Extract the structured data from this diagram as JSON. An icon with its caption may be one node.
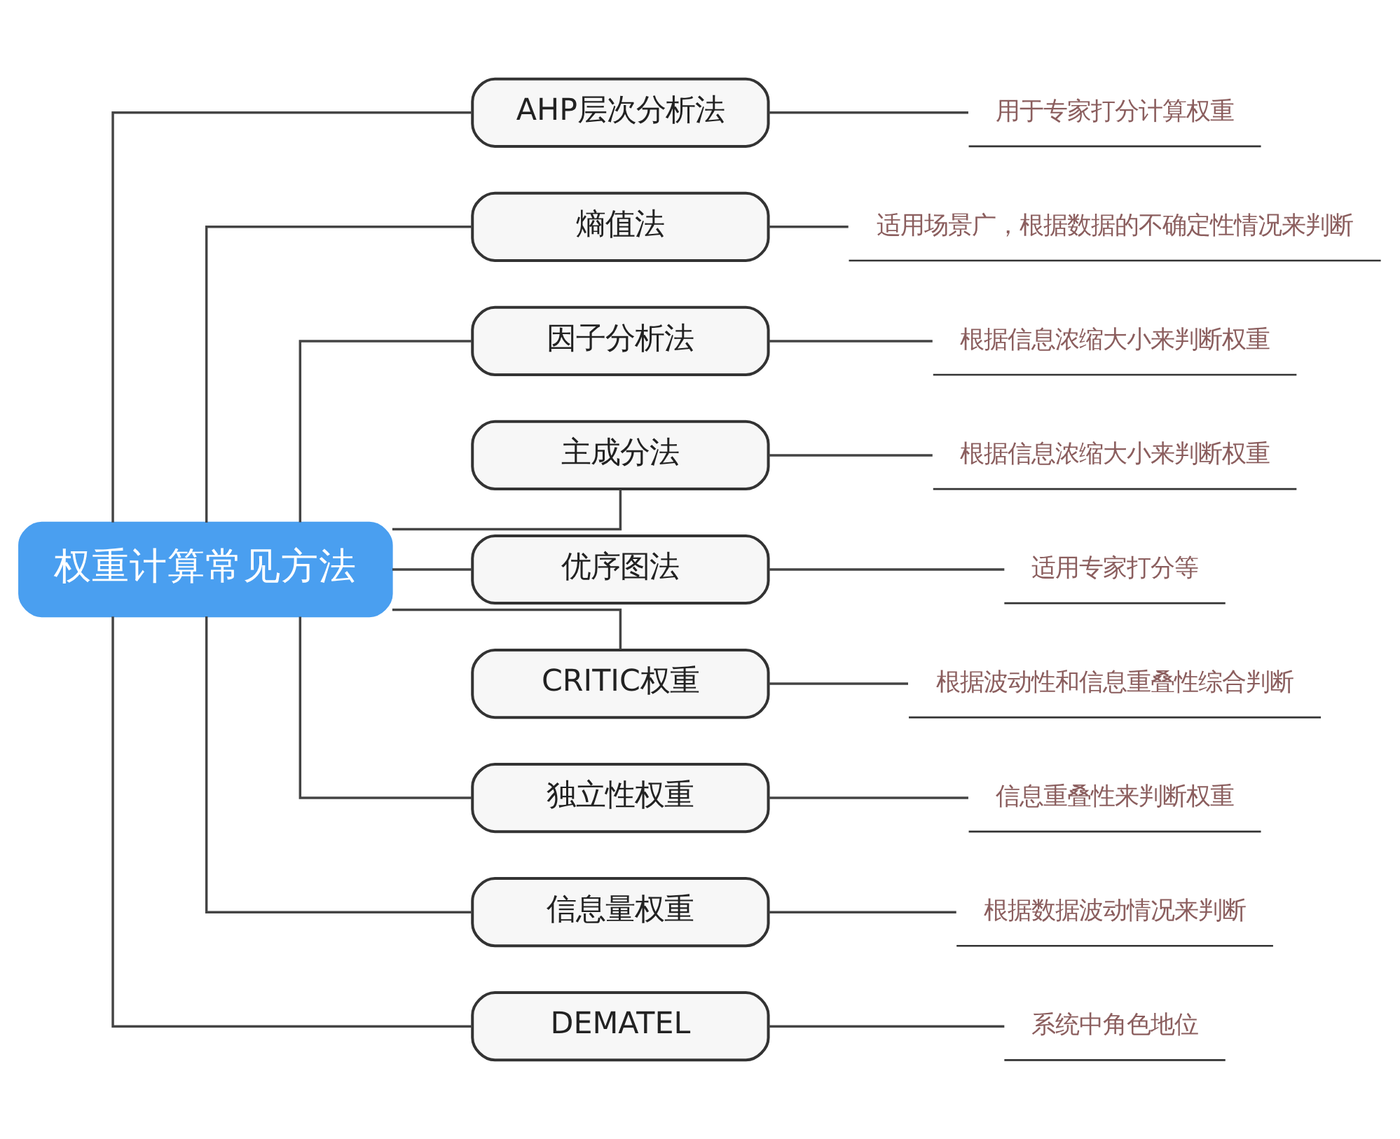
{
  "diagram": {
    "nodes": [
      {
        "text": [
          "权重计算常见方法"
        ]
      },
      {
        "text": [
          "AHP层次分析法"
        ]
      },
      {
        "text": [
          "用于专家打分计算权重"
        ]
      },
      {
        "text": [
          "熵值法"
        ]
      },
      {
        "text": [
          "适用场景广，根据数据的不确定性情况来判断"
        ]
      },
      {
        "text": [
          "因子分析法"
        ]
      },
      {
        "text": [
          "根据信息浓缩大小来判断权重"
        ]
      },
      {
        "text": [
          "主成分法"
        ]
      },
      {
        "text": [
          "根据信息浓缩大小来判断权重"
        ]
      },
      {
        "text": [
          "优序图法"
        ]
      },
      {
        "text": [
          "适用专家打分等"
        ]
      },
      {
        "text": [
          "CRITIC权重"
        ]
      },
      {
        "text": [
          "根据波动性和信息重叠性综合判断"
        ]
      },
      {
        "text": [
          "独立性权重"
        ]
      },
      {
        "text": [
          "信息重叠性来判断权重"
        ]
      },
      {
        "text": [
          "信息量权重"
        ]
      },
      {
        "text": [
          "根据数据波动情况来判断"
        ]
      },
      {
        "text": [
          "DEMATEL"
        ]
      },
      {
        "text": [
          "系统中角色地位"
        ]
      }
    ],
    "edges": [
      {
        "from": 0,
        "to": 1,
        "arrow": "none"
      },
      {
        "from": 0,
        "to": 3,
        "arrow": "none"
      },
      {
        "from": 0,
        "to": 5,
        "arrow": "none"
      },
      {
        "from": 0,
        "to": 7,
        "arrow": "none"
      },
      {
        "from": 0,
        "to": 9,
        "arrow": "none"
      },
      {
        "from": 0,
        "to": 11,
        "arrow": "none"
      },
      {
        "from": 0,
        "to": 13,
        "arrow": "none"
      },
      {
        "from": 0,
        "to": 15,
        "arrow": "none"
      },
      {
        "from": 0,
        "to": 17,
        "arrow": "none"
      },
      {
        "from": 1,
        "to": 2,
        "arrow": "none"
      },
      {
        "from": 3,
        "to": 4,
        "arrow": "none"
      },
      {
        "from": 5,
        "to": 6,
        "arrow": "none"
      },
      {
        "from": 7,
        "to": 8,
        "arrow": "none"
      },
      {
        "from": 9,
        "to": 10,
        "arrow": "none"
      },
      {
        "from": 11,
        "to": 12,
        "arrow": "none"
      },
      {
        "from": 13,
        "to": 14,
        "arrow": "none"
      },
      {
        "from": 15,
        "to": 16,
        "arrow": "none"
      },
      {
        "from": 17,
        "to": 18,
        "arrow": "none"
      }
    ]
  }
}
